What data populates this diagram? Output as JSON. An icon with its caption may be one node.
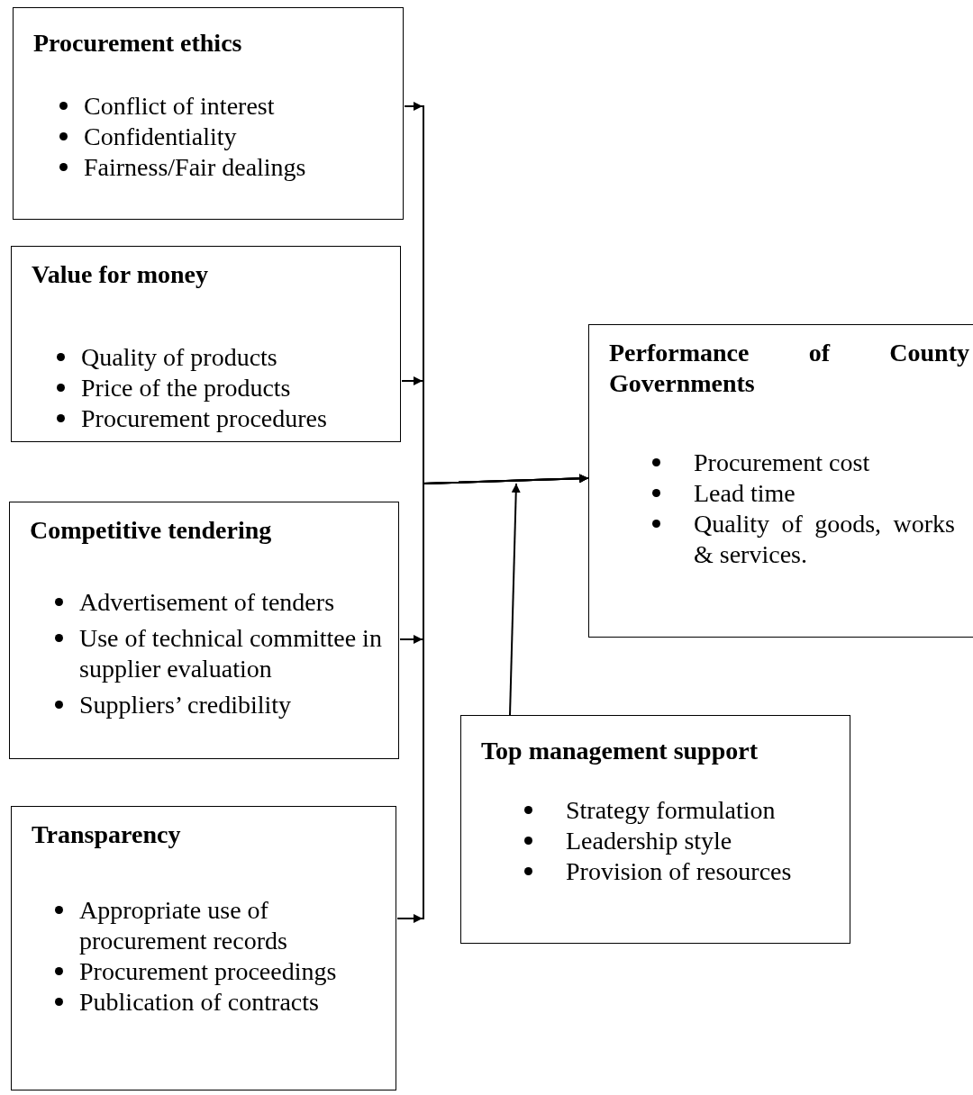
{
  "diagram": {
    "nodes": [
      {
        "text": [
          "Procurement ethics",
          "Conflict of interest",
          "Confidentiality",
          "Fairness/Fair dealings"
        ]
      },
      {
        "text": [
          "Value for money",
          "Quality  of products",
          "Price of the products",
          "Procurement procedures"
        ]
      },
      {
        "text": [
          "Competitive tendering",
          "Advertisement of tenders",
          "Use of technical committee in supplier evaluation",
          "Suppliers’ credibility"
        ]
      },
      {
        "text": [
          "Transparency",
          "Appropriate use of procurement records",
          "Procurement proceedings",
          "Publication of contracts"
        ]
      },
      {
        "text": [
          "Performance of County Governments",
          "Procurement cost",
          "Lead time",
          "Quality of goods, works & services."
        ]
      },
      {
        "text": [
          "Top management support",
          "Strategy formulation",
          "Leadership style",
          "Provision of resources"
        ]
      }
    ],
    "edges": [
      {
        "from": 0,
        "to": 4,
        "arrow": "to"
      },
      {
        "from": 1,
        "to": 4,
        "arrow": "to"
      },
      {
        "from": 2,
        "to": 4,
        "arrow": "to"
      },
      {
        "from": 3,
        "to": 4,
        "arrow": "to"
      },
      {
        "from": 5,
        "to": 4,
        "arrow": "to"
      }
    ]
  }
}
